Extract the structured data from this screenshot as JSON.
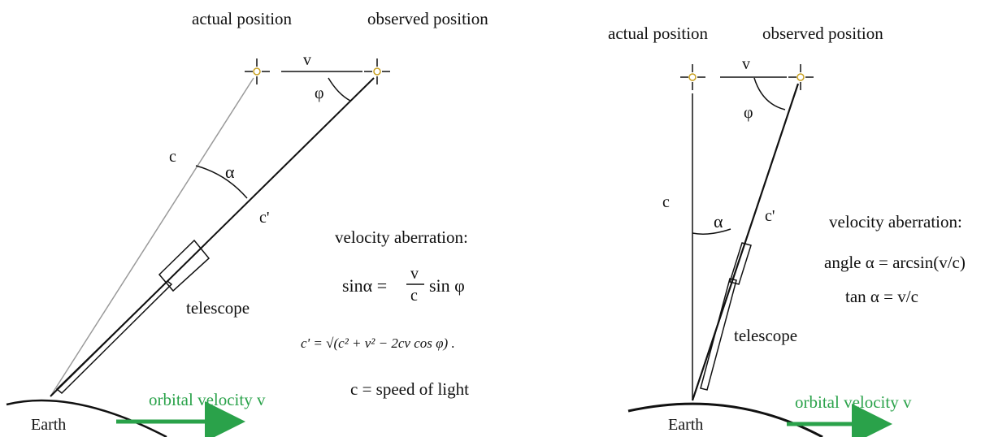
{
  "left_diagram": {
    "actual_position": "actual position",
    "observed_position": "observed position",
    "v_label": "v",
    "phi_label": "φ",
    "c_label": "c",
    "alpha_label": "α",
    "c_prime_label": "c'",
    "telescope_label": "telescope",
    "formula_title": "velocity aberration:",
    "formula_sin_lhs": "sinα =",
    "formula_sin_v": "v",
    "formula_sin_c": "c",
    "formula_sin_rhs": "sin φ",
    "formula_cprime": "c' = √(c² + v² − 2cv cos φ) .",
    "formula_c_def": "c = speed of light",
    "earth_label": "Earth",
    "orbital_label": "orbital velocity v"
  },
  "right_diagram": {
    "actual_position": "actual position",
    "observed_position": "observed position",
    "v_label": "v",
    "phi_label": "φ",
    "c_label": "c",
    "alpha_label": "α",
    "c_prime_label": "c'",
    "telescope_label": "telescope",
    "formula_title": "velocity aberration:",
    "formula_angle": "angle α = arcsin(v/c)",
    "formula_tan": "tan α = v/c",
    "earth_label": "Earth",
    "orbital_label": "orbital velocity v"
  },
  "colors": {
    "line": "#111111",
    "light_line": "#9a9a9a",
    "star": "#c8a020",
    "arrow": "#2aa24a"
  }
}
